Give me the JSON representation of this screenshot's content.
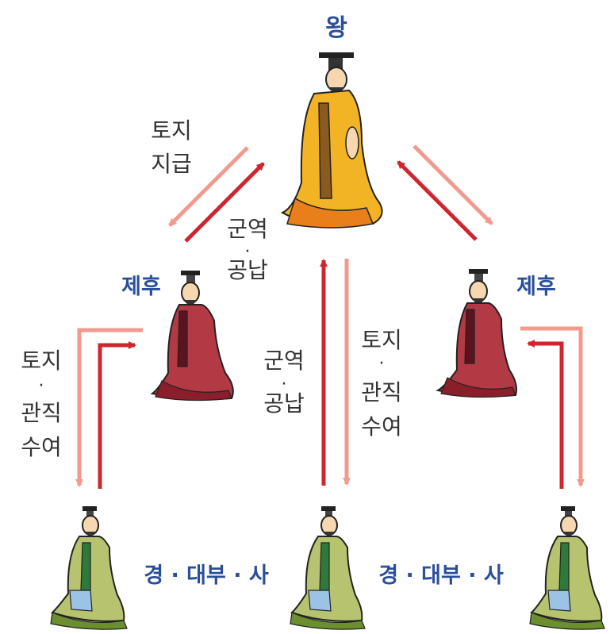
{
  "ranks": {
    "king": "왕",
    "lord_left": "제후",
    "lord_right": "제후",
    "officials_left": "경 · 대부 · 사",
    "officials_right": "경 · 대부 · 사"
  },
  "flows": {
    "land_grant": {
      "line1": "토지",
      "line2": "지급"
    },
    "service_to_king": {
      "line1": "군역",
      "dot": "·",
      "line2": "공납"
    },
    "service_from_officials": {
      "line1": "군역",
      "dot": "·",
      "line2": "공납"
    },
    "land_office_center": {
      "line1": "토지",
      "dot": "·",
      "line2": "관직",
      "line3": "수여"
    },
    "land_office_left": {
      "line1": "토지",
      "dot": "·",
      "line2": "관직",
      "line3": "수여"
    }
  },
  "colors": {
    "label_blue": "#2a4f9a",
    "arrow_dark_red": "#d0252e",
    "arrow_light_pink": "#f29a8e",
    "king_robe": "#f2b324",
    "lord_robe": "#b33a44",
    "official_robe": "#b7c36f"
  }
}
